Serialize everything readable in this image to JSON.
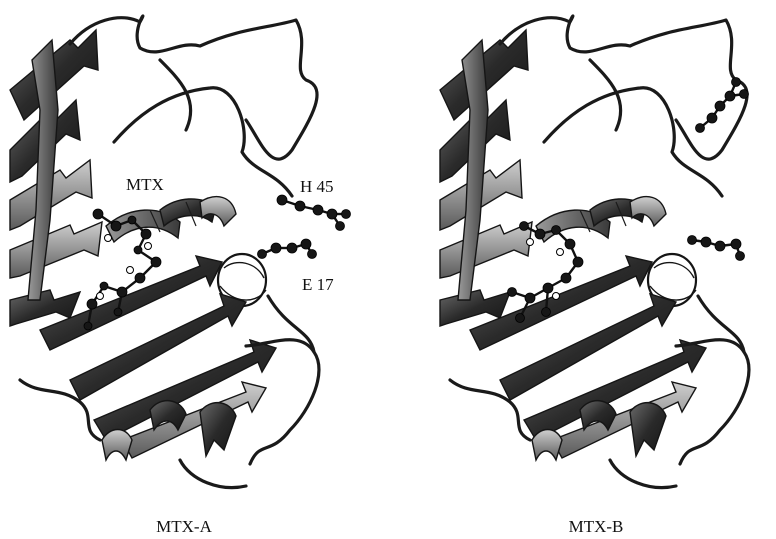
{
  "figure": {
    "panels": [
      {
        "caption": "MTX-A",
        "annotations": {
          "ligand": "MTX",
          "residue_top": "H 45",
          "residue_bottom": "E 17"
        }
      },
      {
        "caption": "MTX-B"
      }
    ],
    "colors": {
      "ink": "#151515",
      "strand_dark": "#2e2e2e",
      "strand_light": "#8a8a8a",
      "helix_light": "#b8b8b8",
      "background": "#ffffff"
    }
  }
}
